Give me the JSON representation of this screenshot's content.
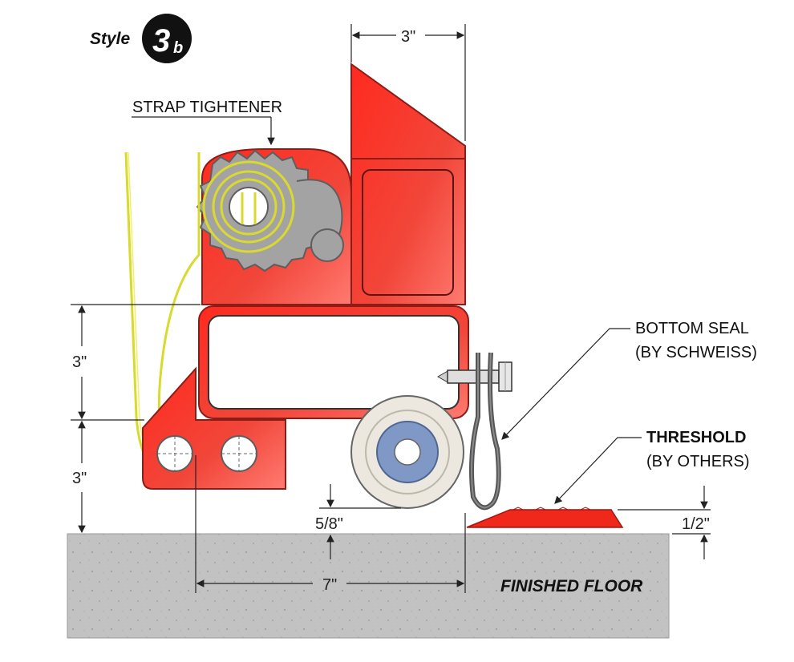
{
  "style_badge": {
    "label": "Style",
    "number": "3",
    "letter": "b"
  },
  "labels": {
    "strap_tightener": "STRAP TIGHTENER",
    "bottom_seal_1": "BOTTOM SEAL",
    "bottom_seal_2": "(BY SCHWEISS)",
    "threshold_1": "THRESHOLD",
    "threshold_2": "(BY OTHERS)",
    "finished_floor": "FINISHED FLOOR"
  },
  "dimensions": {
    "top_width": "3\"",
    "upper_height": "3\"",
    "lower_height": "3\"",
    "roller_clearance": "5/8\"",
    "threshold_height": "1/2\"",
    "overall_width": "7\""
  },
  "colors": {
    "red": "#f03a2e",
    "red_dark": "#b81a12",
    "strap": "#e6e64a",
    "gear": "#9a9a9a",
    "floor": "#bdbdbd",
    "roller_outer": "#ece8df",
    "roller_hub": "#7a94c4"
  }
}
